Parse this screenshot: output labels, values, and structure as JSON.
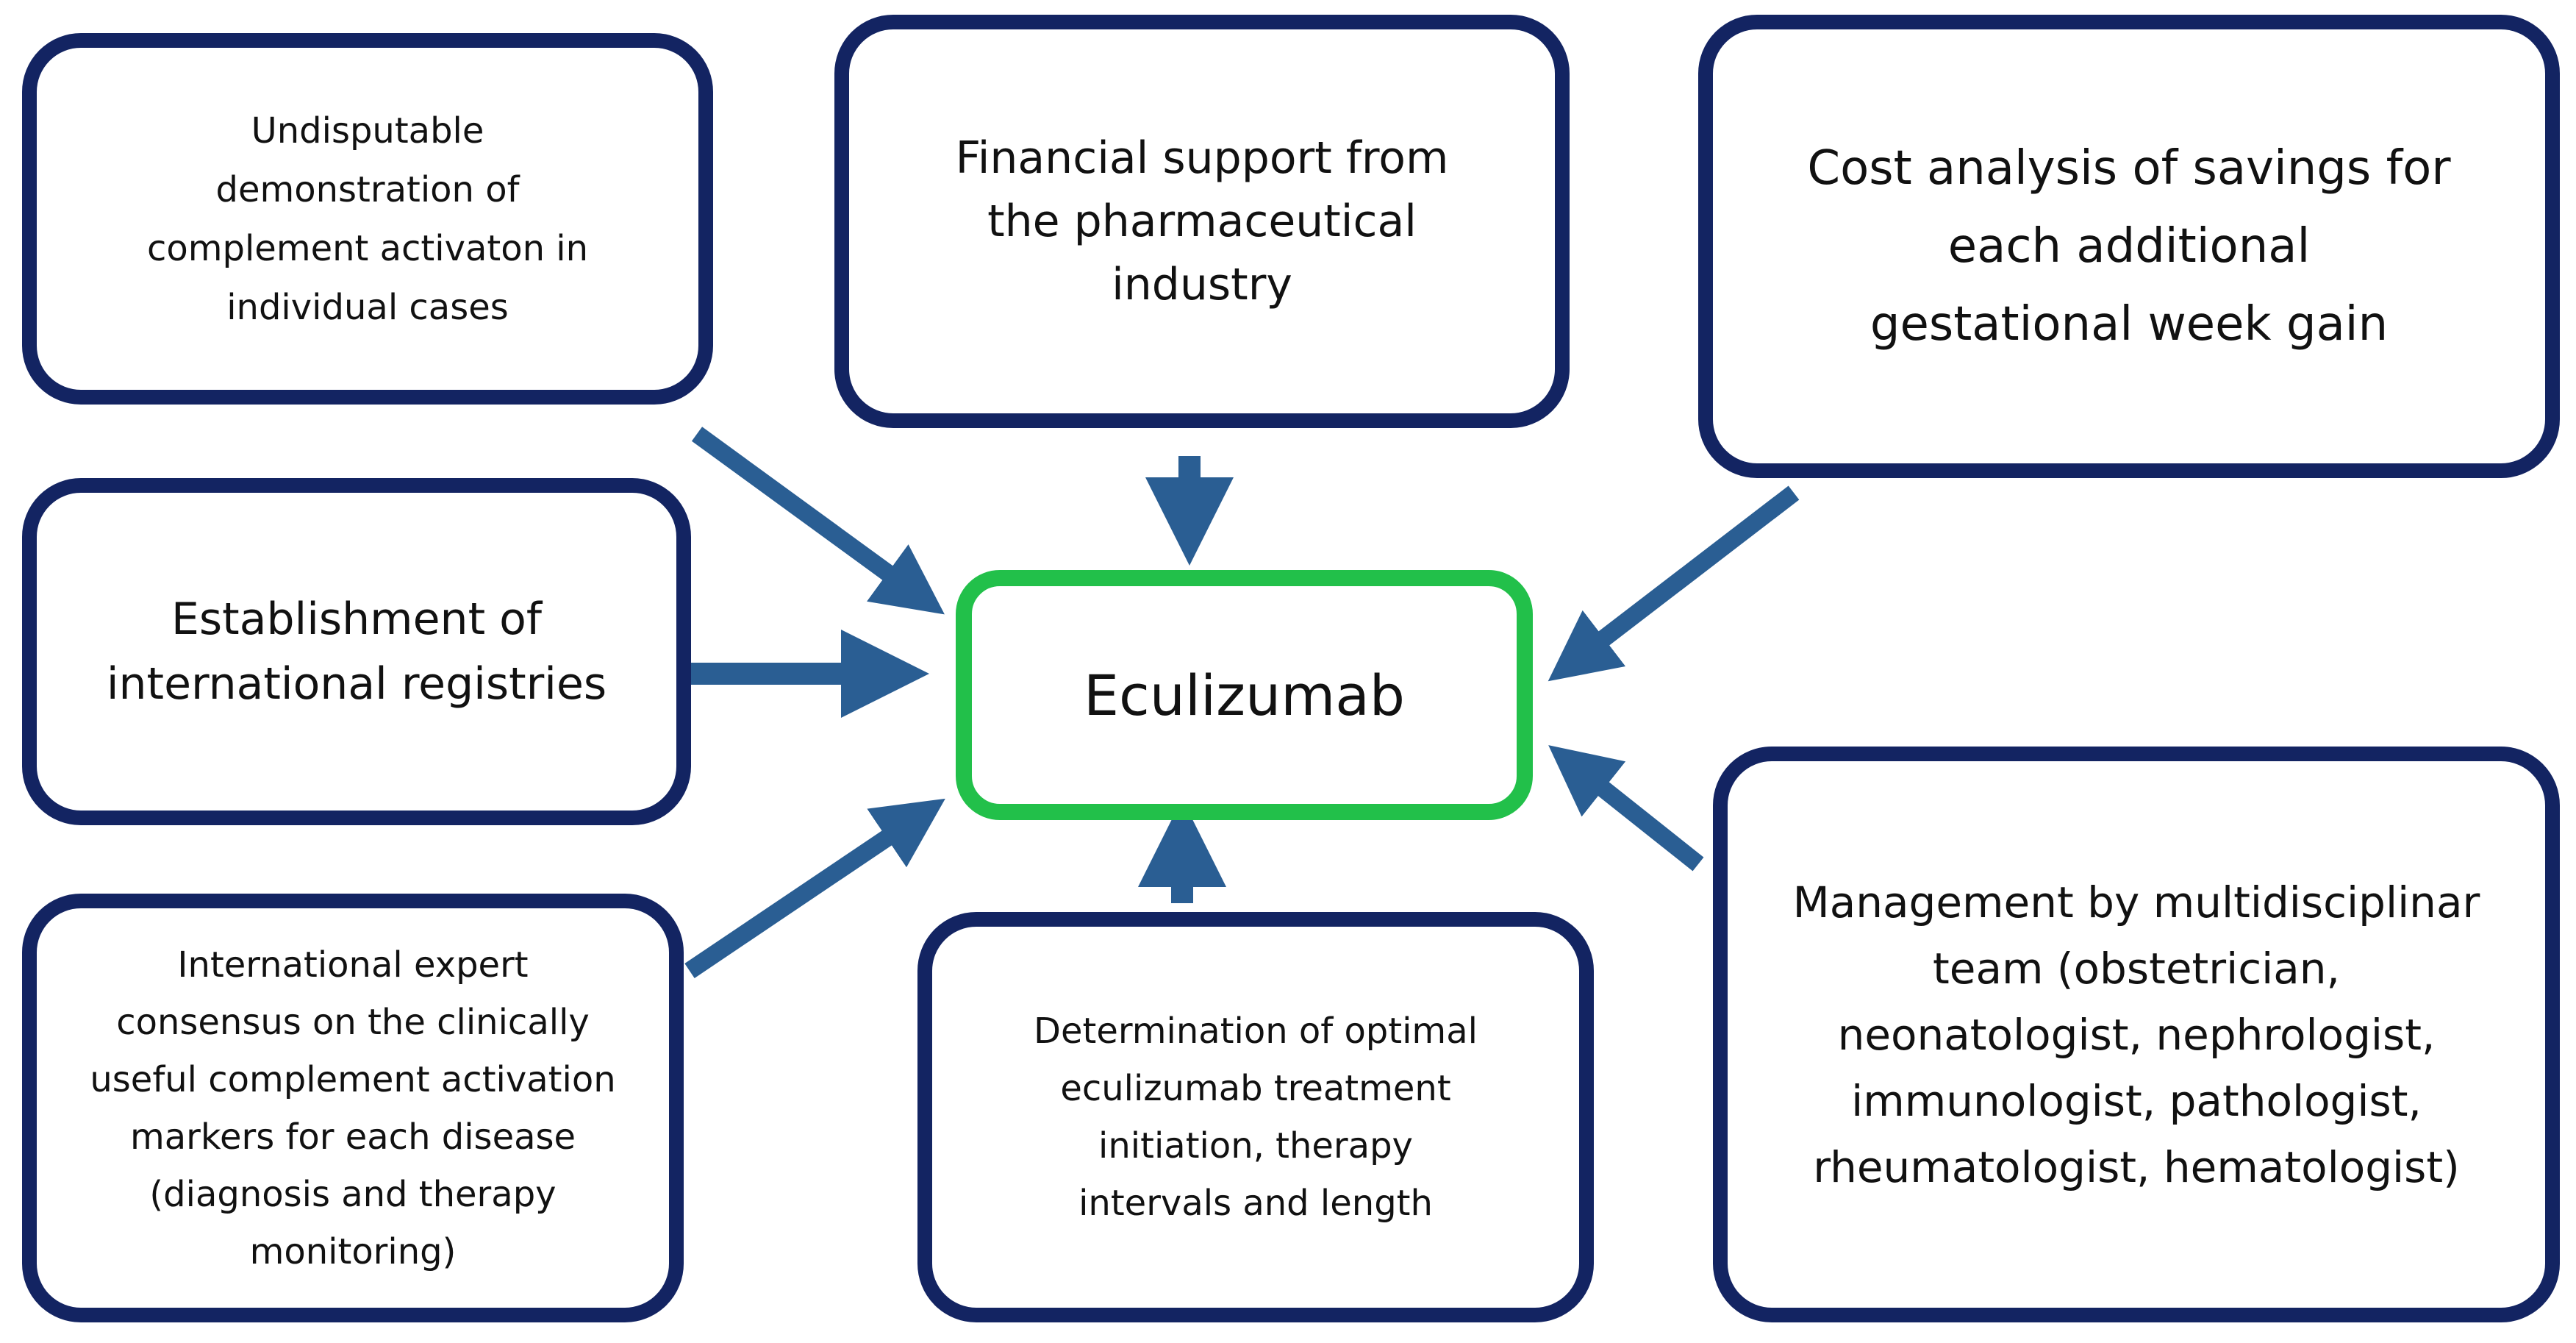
{
  "center": {
    "label": "Eculizumab"
  },
  "boxes": {
    "undisputable": "Undisputable\ndemonstration of\ncomplement activaton in\nindividual cases",
    "financial": "Financial support from\nthe pharmaceutical\nindustry",
    "cost": "Cost analysis of savings for\neach additional\ngestational week gain",
    "registries": "Establishment of\ninternational registries",
    "consensus": "International expert\nconsensus on the clinically\nuseful complement activation\nmarkers for each disease\n(diagnosis and therapy\nmonitoring)",
    "determination": "Determination of optimal\neculizumab treatment\ninitiation, therapy\nintervals and length",
    "management": "Management by multidisciplinar\nteam (obstetrician,\nneonatologist, nephrologist,\nimmunologist, pathologist,\nrheumatologist, hematologist)"
  },
  "colors": {
    "box_border": "#132462",
    "center_border": "#22c04a",
    "arrow": "#2a5e93"
  }
}
